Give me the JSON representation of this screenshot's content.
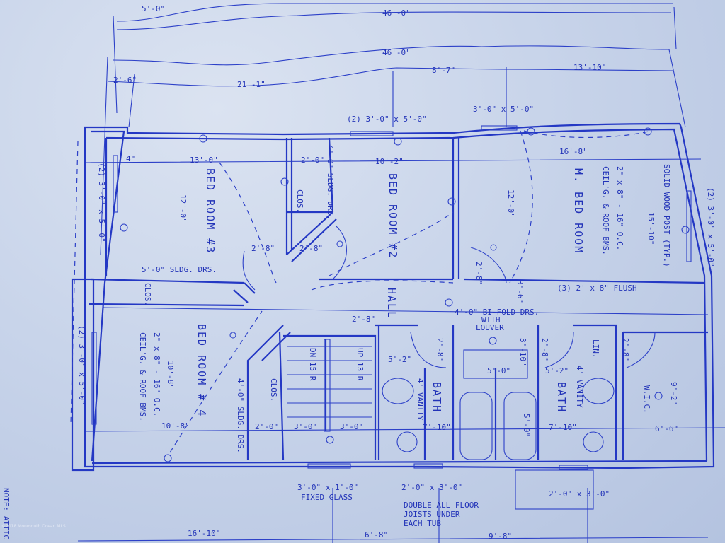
{
  "overall_dims": {
    "top_partial": "5'-0\"",
    "overall_1": "46'-0\"",
    "overall_2": "46'-0\"",
    "seg_a": "2'-6\"",
    "seg_b": "21'-1\"",
    "seg_c": "8'-7\"",
    "seg_d": "13'-10\""
  },
  "bottom_dims": {
    "seg_a": "16'-10\"",
    "seg_b": "6'-8\"",
    "seg_c": "9'-8\""
  },
  "rooms": {
    "bed3": "BED ROOM #3",
    "bed2": "BED ROOM #2",
    "master": "M. BED ROOM",
    "bed4": "BED ROOM # 4",
    "hall": "HALL",
    "bath1": "BATH",
    "bath2": "BATH",
    "wic": "W.I.C.",
    "clos1": "CLOS.",
    "clos2": "CLOS.",
    "clos3": "CLOS.",
    "lin": "LIN."
  },
  "windows": {
    "top_pair": "(2) 3'-0\" x 5'-0\"",
    "top_single": "3'-0\" x 5'-0\"",
    "left_upper": "(2) 3'-0\" x 5'-0\"",
    "left_lower": "(2) 3'-0\" x 5'-0\"",
    "right": "(2) 3'-0\" x 5'-0\"",
    "bottom_fixed": "3'-0\" x 1'-0\"",
    "bottom_fixed_note": "FIXED GLASS",
    "bottom_bath1": "2'-0\" x 3'-0\"",
    "bottom_bath2": "2'-0\" x 3'-0\""
  },
  "notes": {
    "joists": [
      "DOUBLE ALL FLOOR",
      "JOISTS UNDER",
      "EACH TUB"
    ],
    "ceiling_master": [
      "2\" x 8\" - 16\" O.C.",
      "CEIL'G. & ROOF BMS."
    ],
    "ceiling_bed4": [
      "2\" x 8\" - 16\" O.C.",
      "CEIL'G. & ROOF BMS."
    ],
    "post": "SOLID WOOD POST (TYP.)",
    "flush": "(3) 2' x 8\" FLUSH",
    "bifold": [
      "4'-0\" BI-FOLD DRS.",
      "WITH",
      "LOUVER"
    ],
    "sldg_bed3": "5'-0\" SLDG. DRS.",
    "sldg_clos": "4'-0\" SLDG. DRS.",
    "sldg_bed4": "4'-0\" SLDG. DRS.",
    "stairs_dn": "DN 15 R",
    "stairs_up": "UP 13 R",
    "vanity1": "4' VANITY",
    "vanity2": "4' VANITY",
    "side_note": "NOTE: ATTIC"
  },
  "dims": {
    "bed3_w": "13'-0\"",
    "bed3_h": "12'-0\"",
    "bed2_w": "10'-2\"",
    "bed2_h": "12'-0\"",
    "master_w": "16'-8\"",
    "master_h": "15'-10\"",
    "bed4_w": "10'-8\"",
    "bed4_h": "10'-8\"",
    "clos_w": "2'-0\"",
    "door1": "2'-8\"",
    "door2": "2'-8\"",
    "door3": "2'-8\"",
    "door4": "2'-8\"",
    "door5": "2'-8\"",
    "door6": "2'-8\"",
    "door7": "2'-8\"",
    "stair_a": "3'-0\"",
    "stair_b": "3'-0\"",
    "clos4_w": "2'-0\"",
    "bath1_w": "5'-2\"",
    "bath1_l": "7'-10\"",
    "bath2_w": "5'-2\"",
    "bath2_l": "7'-10\"",
    "tub_w": "5'-0\"",
    "tub_l": "5'-0\"",
    "linen": "3'-10\"",
    "wic_w": "6'-6\"",
    "wic_l": "9'-2\"",
    "hall_c": "3'-6\"",
    "four": "4\""
  },
  "watermark": "©2018 Monmouth Ocean MLS",
  "colors": {
    "paper": "#c9d5ea",
    "ink": "#2438c4"
  }
}
